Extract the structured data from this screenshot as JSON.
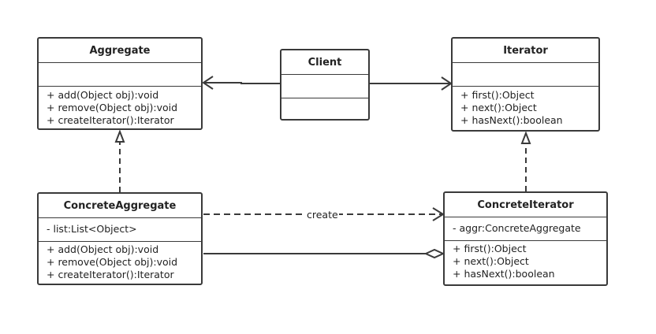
{
  "classes": {
    "aggregate": {
      "name": "Aggregate",
      "attributes": [],
      "operations": [
        "+ add(Object obj):void",
        "+ remove(Object obj):void",
        "+ createIterator():Iterator"
      ]
    },
    "client": {
      "name": "Client",
      "attributes": [],
      "operations": []
    },
    "iterator": {
      "name": "Iterator",
      "attributes": [],
      "operations": [
        "+ first():Object",
        "+ next():Object",
        "+ hasNext():boolean"
      ]
    },
    "concrete_aggregate": {
      "name": "ConcreteAggregate",
      "attributes": [
        "- list:List<Object>"
      ],
      "operations": [
        "+ add(Object obj):void",
        "+ remove(Object obj):void",
        "+ createIterator():Iterator"
      ]
    },
    "concrete_iterator": {
      "name": "ConcreteIterator",
      "attributes": [
        "- aggr:ConcreteAggregate"
      ],
      "operations": [
        "+ first():Object",
        "+ next():Object",
        "+ hasNext():boolean"
      ]
    }
  },
  "relations": {
    "create_label": "create"
  },
  "colors": {
    "line": "#3a3a3a",
    "text": "#222222",
    "background": "#ffffff"
  }
}
